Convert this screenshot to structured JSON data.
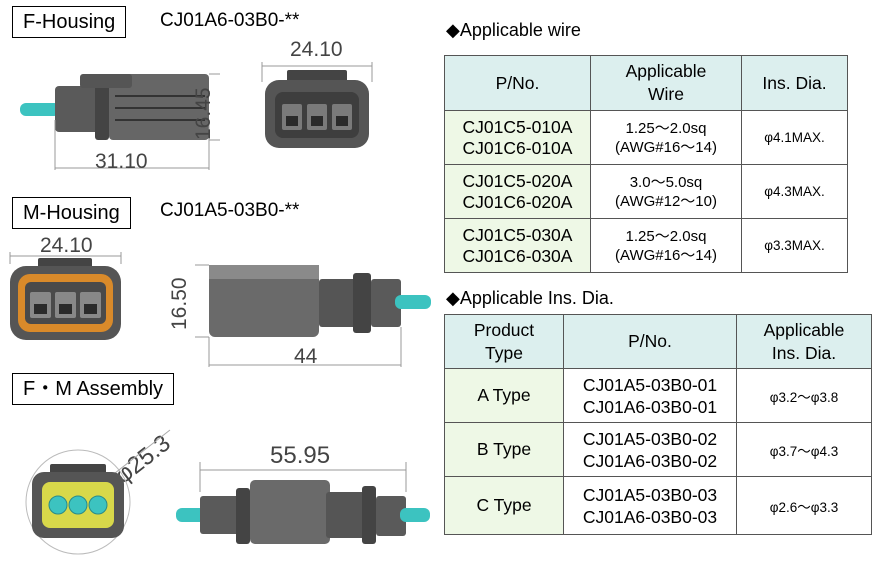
{
  "f_housing": {
    "label": "F-Housing",
    "part_no": "CJ01A6-03B0-**",
    "dim_width": "24.10",
    "dim_height": "16.45",
    "dim_length": "31.10"
  },
  "m_housing": {
    "label": "M-Housing",
    "part_no": "CJ01A5-03B0-**",
    "dim_width": "24.10",
    "dim_height": "16.50",
    "dim_length": "44"
  },
  "assembly": {
    "label": "F・M Assembly",
    "dim_dia": "φ25.3",
    "dim_length": "55.95"
  },
  "wire_table": {
    "heading": "◆Applicable wire",
    "headers": [
      "P/No.",
      "Applicable Wire",
      "Ins. Dia."
    ],
    "rows": [
      {
        "pn1": "CJ01C5-010A",
        "pn2": "CJ01C6-010A",
        "wire1": "1.25～2.0sq",
        "wire2": "(AWG#16～14)",
        "dia": "φ4.1MAX."
      },
      {
        "pn1": "CJ01C5-020A",
        "pn2": "CJ01C6-020A",
        "wire1": "3.0～5.0sq",
        "wire2": "(AWG#12～10)",
        "dia": "φ4.3MAX."
      },
      {
        "pn1": "CJ01C5-030A",
        "pn2": "CJ01C6-030A",
        "wire1": "1.25～2.0sq",
        "wire2": "(AWG#16～14)",
        "dia": "φ3.3MAX."
      }
    ]
  },
  "dia_table": {
    "heading": "◆Applicable Ins. Dia.",
    "headers": [
      "Product Type",
      "P/No.",
      "Applicable Ins. Dia."
    ],
    "rows": [
      {
        "type": "A Type",
        "pn1": "CJ01A5-03B0-01",
        "pn2": "CJ01A6-03B0-01",
        "dia": "φ3.2～φ3.8"
      },
      {
        "type": "B Type",
        "pn1": "CJ01A5-03B0-02",
        "pn2": "CJ01A6-03B0-02",
        "dia": "φ3.7～φ4.3"
      },
      {
        "type": "C Type",
        "pn1": "CJ01A5-03B0-03",
        "pn2": "CJ01A6-03B0-03",
        "dia": "φ2.6～φ3.3"
      }
    ]
  },
  "colors": {
    "header_bg": "#dcefee",
    "cell_bg": "#eef8e6",
    "wire": "#3cc3c0",
    "housing": "#5a5a5a",
    "seal": "#d98a2a",
    "assembly_face": "#d8d84a"
  }
}
